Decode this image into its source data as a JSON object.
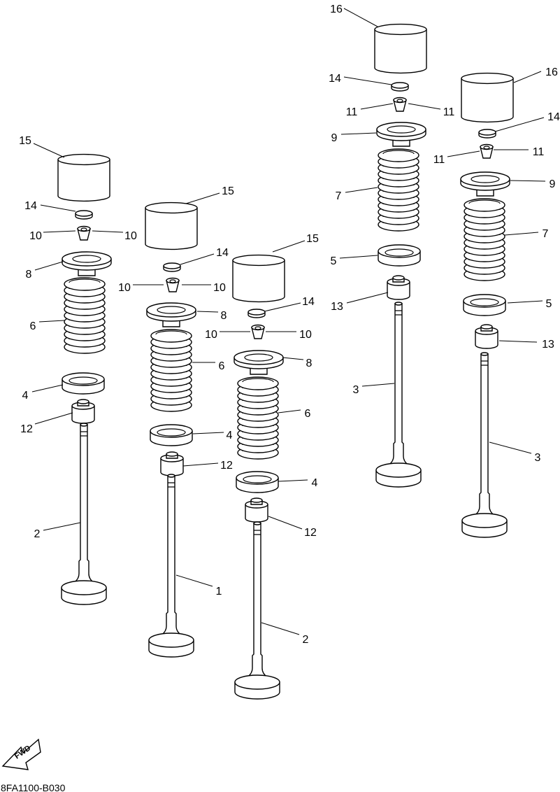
{
  "diagram": {
    "code": "8FA1100-B030",
    "fwd_label": "FWD",
    "callouts": [
      {
        "id": "c15a",
        "text": "15"
      },
      {
        "id": "c14a",
        "text": "14"
      },
      {
        "id": "c10a1",
        "text": "10"
      },
      {
        "id": "c10a2",
        "text": "10"
      },
      {
        "id": "c8a",
        "text": "8"
      },
      {
        "id": "c6a",
        "text": "6"
      },
      {
        "id": "c4a",
        "text": "4"
      },
      {
        "id": "c12a",
        "text": "12"
      },
      {
        "id": "c2a",
        "text": "2"
      },
      {
        "id": "c15b",
        "text": "15"
      },
      {
        "id": "c14b",
        "text": "14"
      },
      {
        "id": "c10b1",
        "text": "10"
      },
      {
        "id": "c10b2",
        "text": "10"
      },
      {
        "id": "c8b",
        "text": "8"
      },
      {
        "id": "c6b",
        "text": "6"
      },
      {
        "id": "c4b",
        "text": "4"
      },
      {
        "id": "c12b",
        "text": "12"
      },
      {
        "id": "c1b",
        "text": "1"
      },
      {
        "id": "c15c",
        "text": "15"
      },
      {
        "id": "c14c",
        "text": "14"
      },
      {
        "id": "c10c1",
        "text": "10"
      },
      {
        "id": "c10c2",
        "text": "10"
      },
      {
        "id": "c8c",
        "text": "8"
      },
      {
        "id": "c6c",
        "text": "6"
      },
      {
        "id": "c4c",
        "text": "4"
      },
      {
        "id": "c12c",
        "text": "12"
      },
      {
        "id": "c2c",
        "text": "2"
      },
      {
        "id": "c16d",
        "text": "16"
      },
      {
        "id": "c14d",
        "text": "14"
      },
      {
        "id": "c11d1",
        "text": "11"
      },
      {
        "id": "c11d2",
        "text": "11"
      },
      {
        "id": "c9d",
        "text": "9"
      },
      {
        "id": "c7d",
        "text": "7"
      },
      {
        "id": "c5d",
        "text": "5"
      },
      {
        "id": "c13d",
        "text": "13"
      },
      {
        "id": "c3d",
        "text": "3"
      },
      {
        "id": "c16e",
        "text": "16"
      },
      {
        "id": "c14e",
        "text": "14"
      },
      {
        "id": "c11e1",
        "text": "11"
      },
      {
        "id": "c11e2",
        "text": "11"
      },
      {
        "id": "c9e",
        "text": "9"
      },
      {
        "id": "c7e",
        "text": "7"
      },
      {
        "id": "c5e",
        "text": "5"
      },
      {
        "id": "c13e",
        "text": "13"
      },
      {
        "id": "c3e",
        "text": "3"
      }
    ]
  }
}
